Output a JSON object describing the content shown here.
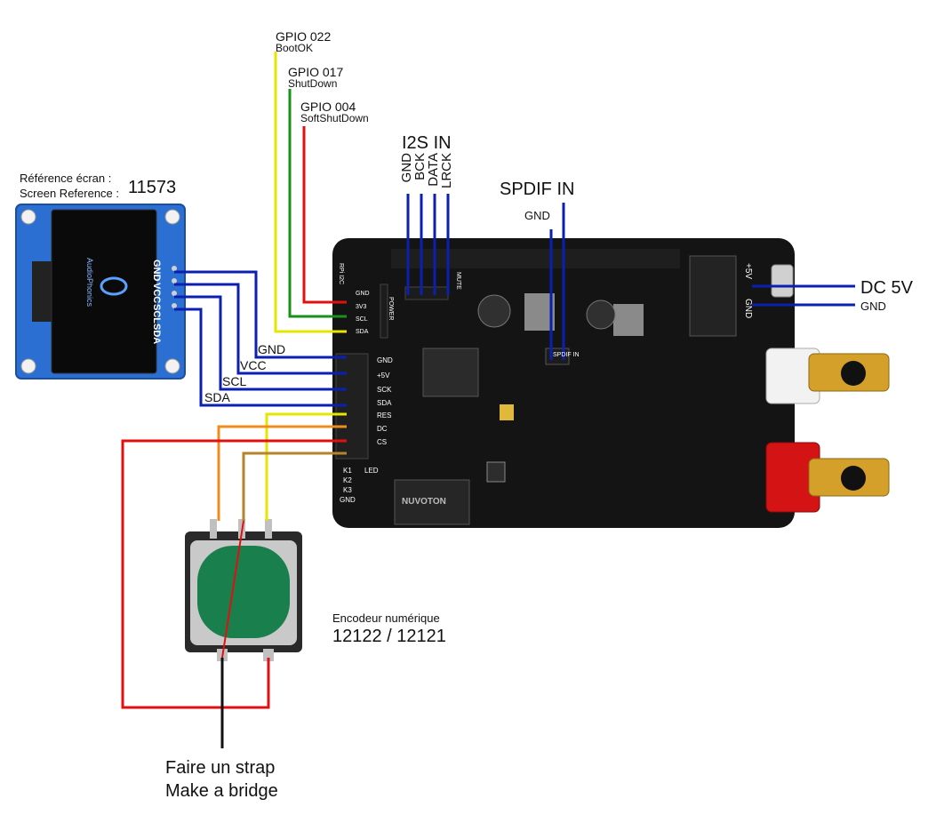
{
  "gpio": [
    {
      "id": "GPIO 022",
      "name": "BootOK",
      "color": "#e6e600"
    },
    {
      "id": "GPIO 017",
      "name": "ShutDown",
      "color": "#1a8f1a"
    },
    {
      "id": "GPIO 004",
      "name": "SoftShutDown",
      "color": "#e01010"
    }
  ],
  "screen": {
    "ref_fr": "Référence écran :",
    "ref_en": "Screen Reference :",
    "ref_number": "11573",
    "brand": "AudioPhonics",
    "pins": [
      "GND",
      "VCC",
      "SCL",
      "SDA"
    ]
  },
  "i2s": {
    "title": "I2S IN",
    "pins": [
      "GND",
      "BCK",
      "DATA",
      "LRCK"
    ]
  },
  "spdif": {
    "title": "SPDIF IN",
    "gnd": "GND"
  },
  "power": {
    "dc": "DC 5V",
    "gnd": "GND",
    "plus5v": "+5V"
  },
  "oled_wires": {
    "gnd": "GND",
    "vcc": "VCC",
    "scl": "SCL",
    "sda": "SDA"
  },
  "board": {
    "header_pins": [
      "GND",
      "+5V",
      "SCK",
      "SDA",
      "RES",
      "DC",
      "CS"
    ],
    "bottom_pins": [
      "K1",
      "K2",
      "K3",
      "GND"
    ],
    "top_header": [
      "GND",
      "3V3",
      "SCL",
      "SDA"
    ],
    "power_label": "POWER",
    "spdif_in_label": "SPDIF IN",
    "led_label": "LED",
    "rpi_label": "RPi I2C",
    "mute_label": "MUTE",
    "chip_brand": "NUVOTON"
  },
  "encoder": {
    "label": "Encodeur numérique",
    "ref": "12122 / 12121"
  },
  "strap": {
    "fr": "Faire un strap",
    "en": "Make a bridge"
  },
  "colors": {
    "blue": "#0b1fb0",
    "yellow": "#e6e600",
    "green": "#1a8f1a",
    "red": "#e01010",
    "orange": "#f08c1e",
    "brown": "#b5852d",
    "black": "#111111",
    "pcb": "#141414"
  }
}
